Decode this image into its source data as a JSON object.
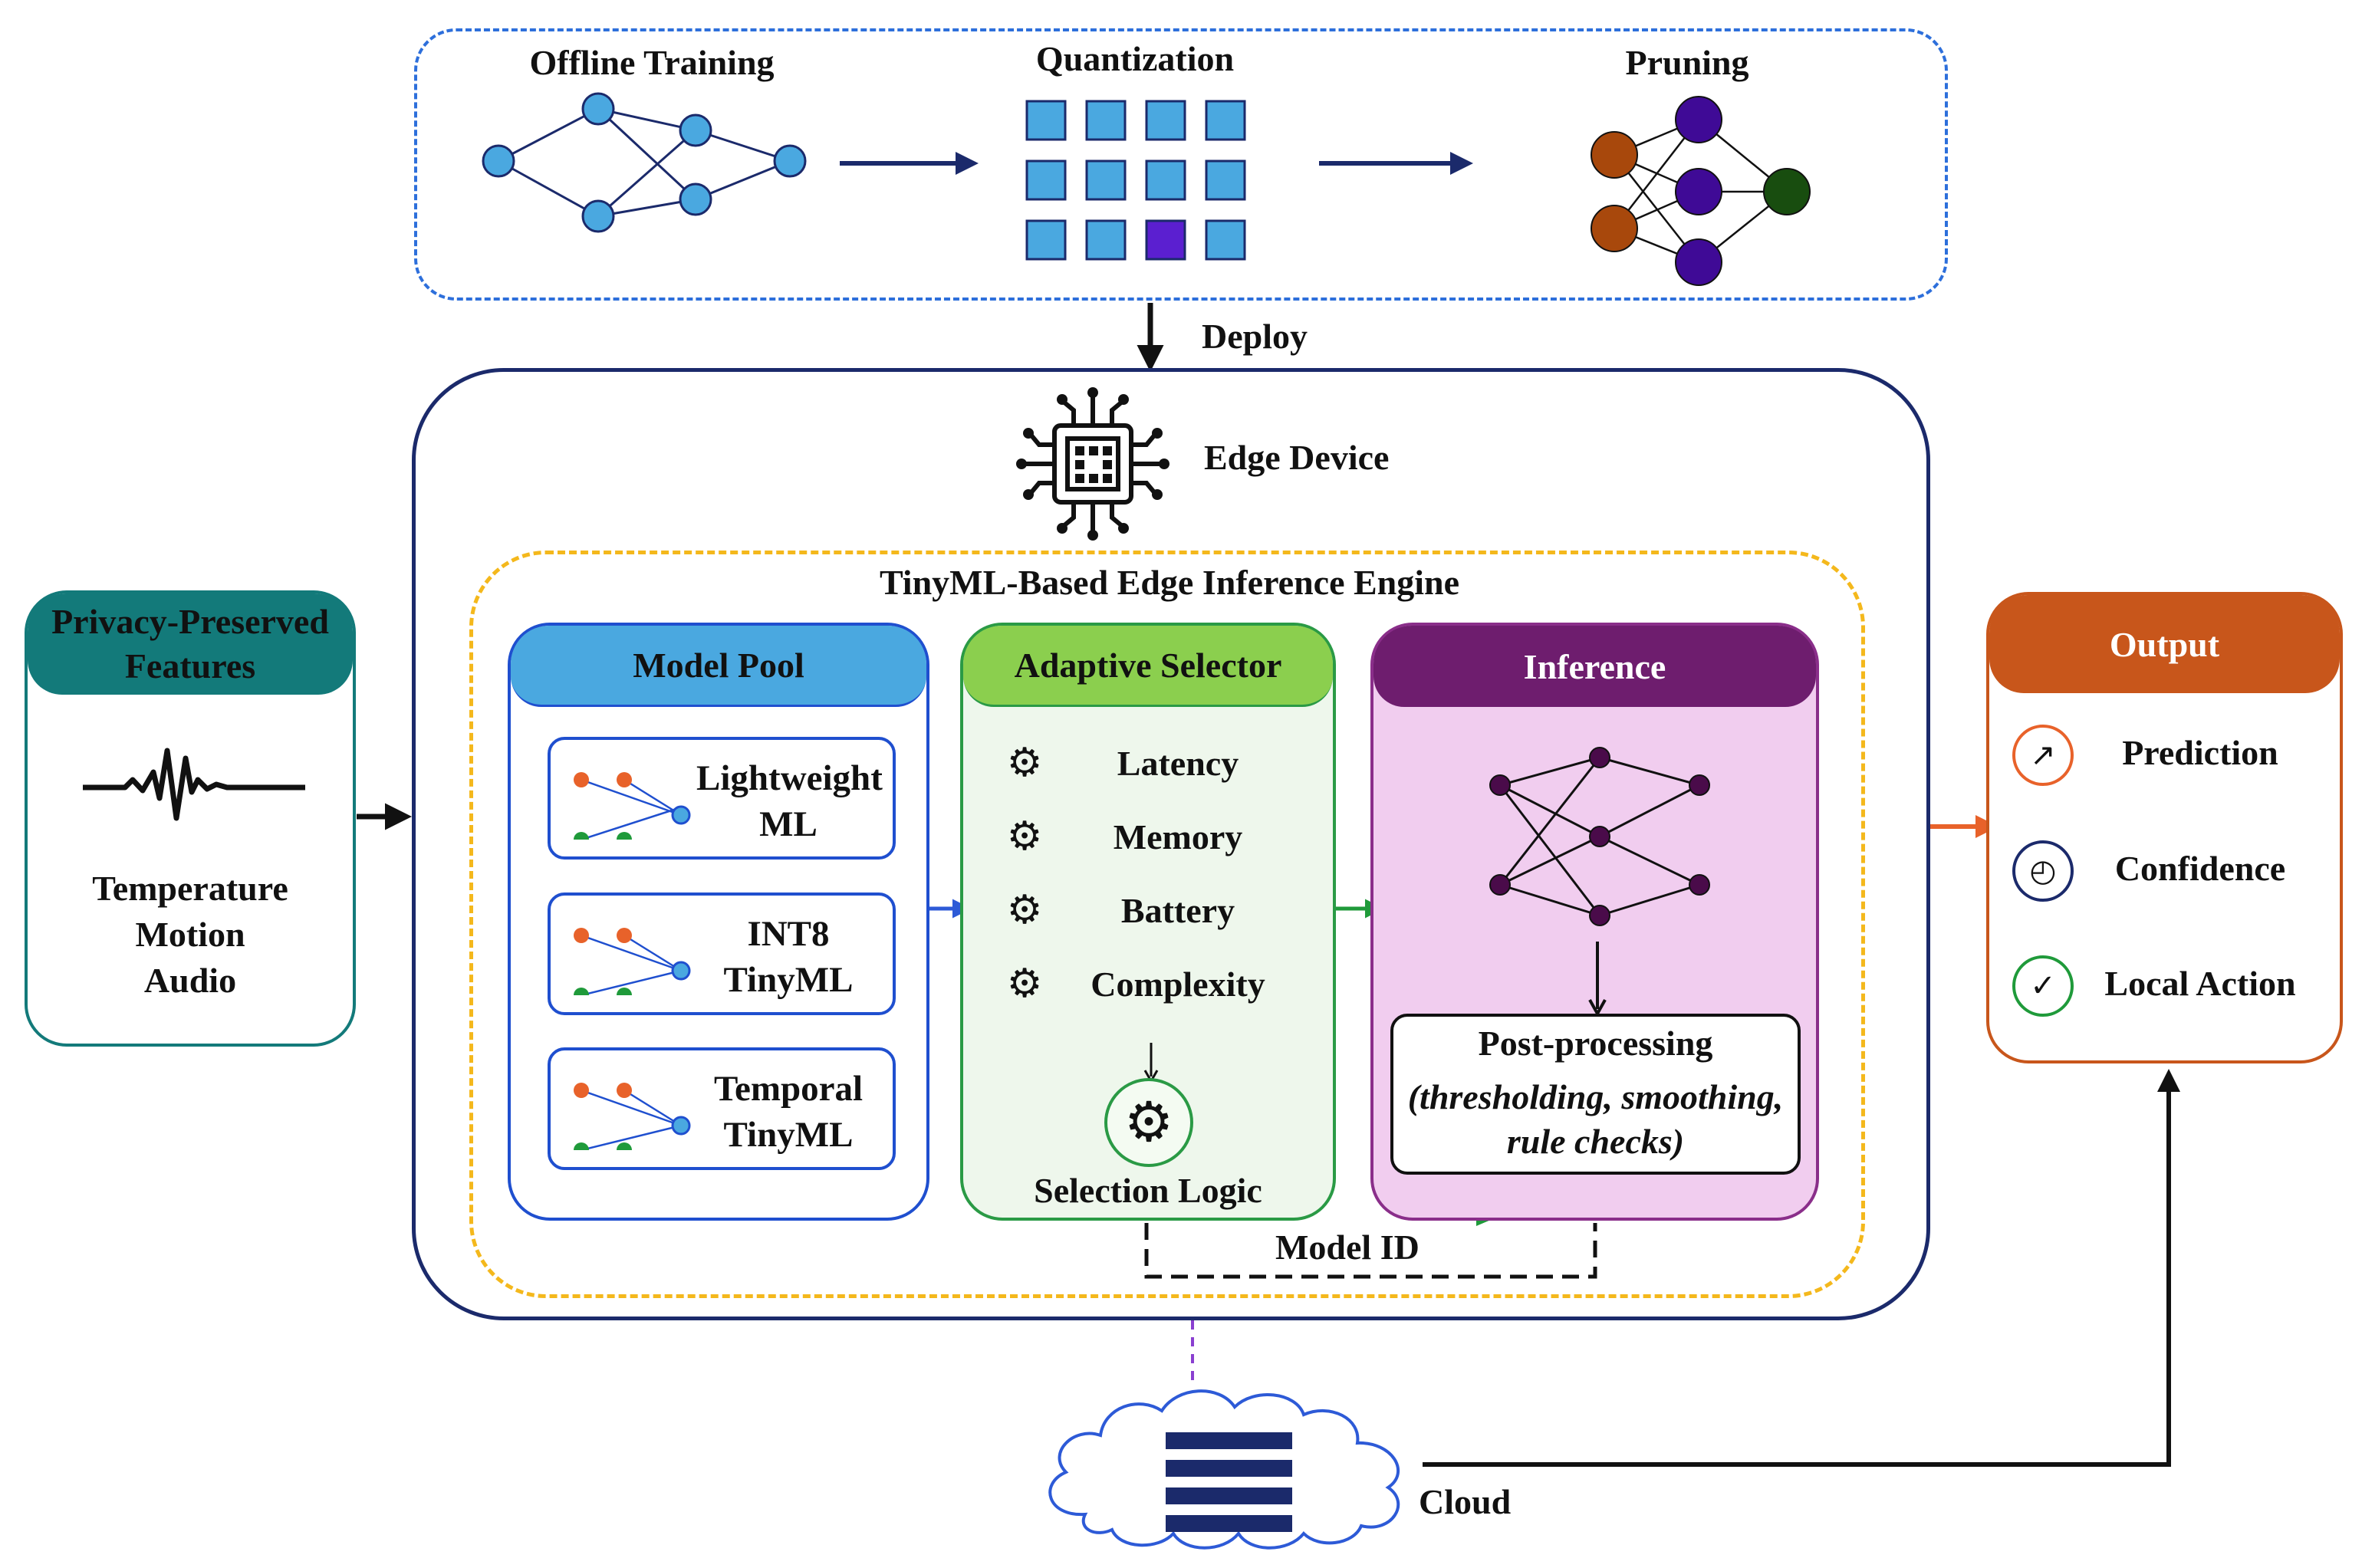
{
  "pipeline": {
    "offline_training": "Offline Training",
    "quantization": "Quantization",
    "pruning": "Pruning",
    "deploy": "Deploy"
  },
  "edge_device": {
    "title": "Edge Device",
    "engine_title": "TinyML-Based Edge Inference Engine"
  },
  "input": {
    "header": "Privacy-Preserved Features",
    "header_lines": [
      "Privacy-Preserved",
      "Features"
    ],
    "sources": [
      "Temperature",
      "Motion",
      "Audio"
    ]
  },
  "model_pool": {
    "header": "Model Pool",
    "items": [
      {
        "lines": [
          "Lightweight",
          "ML"
        ]
      },
      {
        "lines": [
          "INT8",
          "TinyML"
        ]
      },
      {
        "lines": [
          "Temporal",
          "TinyML"
        ]
      }
    ]
  },
  "adaptive_selector": {
    "header": "Adaptive Selector",
    "criteria": [
      "Latency",
      "Memory",
      "Battery",
      "Complexity"
    ],
    "logic_label": "Selection Logic"
  },
  "inference": {
    "header": "Inference",
    "postprocessing_title": "Post-processing",
    "postprocessing_detail_lines": [
      "(thresholding, smoothing,",
      "rule checks)"
    ]
  },
  "feedback": {
    "model_id_label": "Model ID"
  },
  "cloud": {
    "label": "Cloud"
  },
  "output": {
    "header": "Output",
    "items": [
      {
        "label": "Prediction",
        "icon": "arrow-up-right-icon",
        "symbol": "↗"
      },
      {
        "label": "Confidence",
        "icon": "clock-icon",
        "symbol": "◴"
      },
      {
        "label": "Local Action",
        "icon": "check-icon",
        "symbol": "✓"
      }
    ]
  },
  "colors": {
    "navy": "#1b2a6b",
    "teal": "#137a7a",
    "light_blue": "#4aa8e0",
    "green": "#8bcf4e",
    "purple": "#6e1d6e",
    "orange": "#c8561b",
    "gold": "#f4b81c",
    "node_blue": "#4aa8e0",
    "node_purple": "#5b1fd0",
    "prune_brown": "#a8480c",
    "prune_violet": "#3f0a96",
    "prune_green": "#184d0f"
  }
}
